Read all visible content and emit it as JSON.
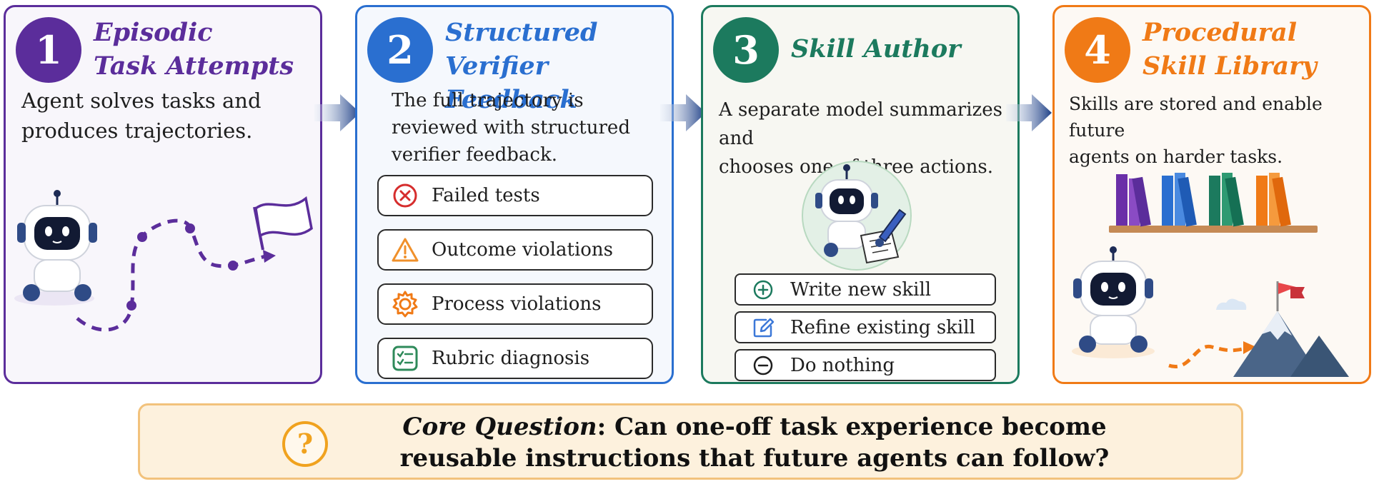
{
  "colors": {
    "purple": "#5b2d9b",
    "blue": "#2a6fd0",
    "teal": "#1c7a5e",
    "orange": "#f07a16",
    "core_border": "#f2c27c",
    "core_bg": "#fdf1dd"
  },
  "panels": [
    {
      "number": "1",
      "title_line1": "Episodic",
      "title_line2": "Task Attempts",
      "desc_line1": "Agent solves tasks and",
      "desc_line2": "produces trajectories."
    },
    {
      "number": "2",
      "title_line1": "Structured",
      "title_line2": "Verifier Feedback",
      "desc_line1": "The full trajectory is",
      "desc_line2": "reviewed with structured",
      "desc_line3": "verifier feedback.",
      "items": [
        {
          "icon": "x-circle-icon",
          "label": "Failed tests"
        },
        {
          "icon": "warning-triangle-icon",
          "label": "Outcome violations"
        },
        {
          "icon": "gear-icon",
          "label": "Process violations"
        },
        {
          "icon": "checklist-icon",
          "label": "Rubric diagnosis"
        }
      ]
    },
    {
      "number": "3",
      "title_line1": "Skill Author",
      "desc_line1": "A separate model summarizes and",
      "desc_line2": "chooses one of three actions.",
      "actions": [
        {
          "icon": "plus-circle-icon",
          "label": "Write new skill"
        },
        {
          "icon": "pencil-edit-icon",
          "label": "Refine existing skill"
        },
        {
          "icon": "minus-circle-icon",
          "label": "Do nothing"
        }
      ]
    },
    {
      "number": "4",
      "title_line1": "Procedural",
      "title_line2": "Skill Library",
      "desc_line1": "Skills are stored and enable future",
      "desc_line2": "agents on harder tasks."
    }
  ],
  "core": {
    "icon": "question-circle-icon",
    "label_italic": "Core Question",
    "line1_rest": ": Can one-off task experience become",
    "line2": "reusable instructions that future agents can follow?"
  }
}
